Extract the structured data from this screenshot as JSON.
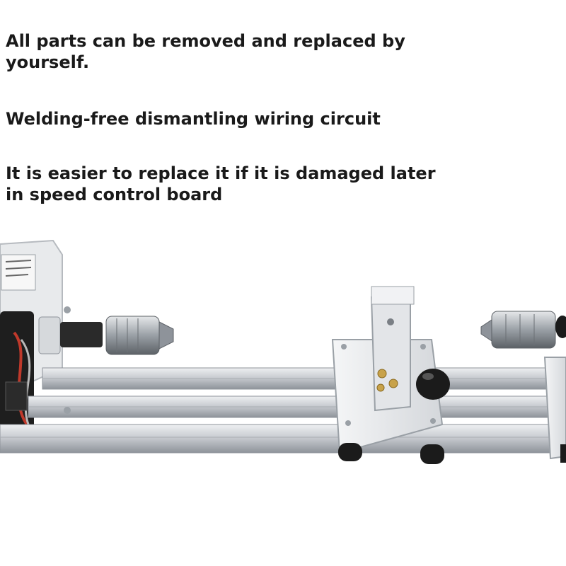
{
  "captions": {
    "line1": "All parts can be removed and replaced by yourself.",
    "line2": "Welding-free dismantling wiring circuit",
    "line3": "It is easier to replace it if it is damaged later in speed control board"
  },
  "photo": {
    "subject": "mini-lathe",
    "colors": {
      "rail": "#c9ccd1",
      "rail_highlight": "#eef0f2",
      "rail_shadow": "#8e939a",
      "chuck": "#9aa0a6",
      "knob": "#1b1b1b",
      "brass": "#c8a24a",
      "wire": "#c0392b"
    }
  }
}
